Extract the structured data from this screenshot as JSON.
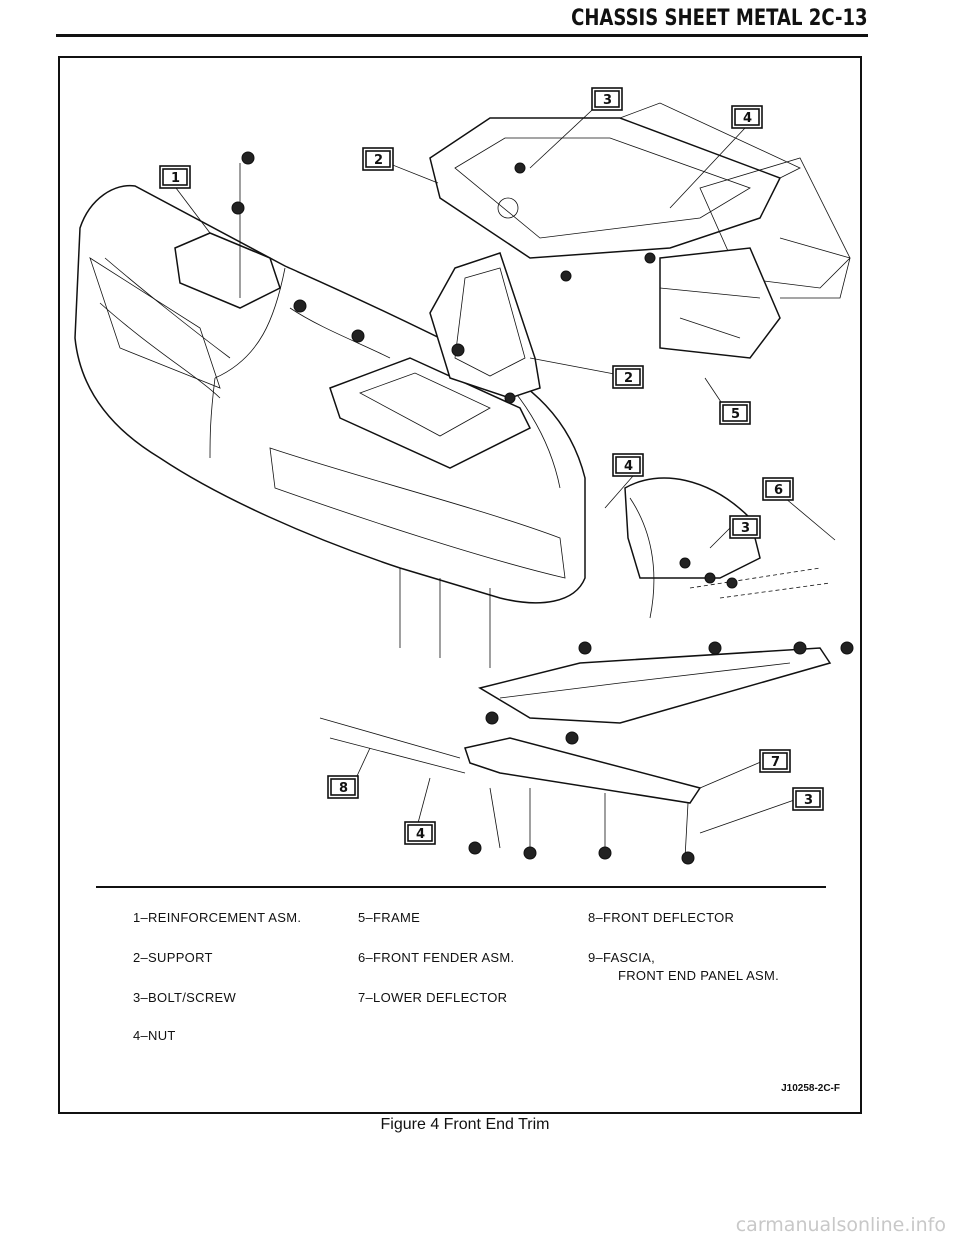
{
  "header": {
    "title": "CHASSIS SHEET METAL  2C-13"
  },
  "diagram": {
    "callouts": [
      "1",
      "2",
      "3",
      "4",
      "2",
      "5",
      "4",
      "6",
      "3",
      "7",
      "8",
      "4",
      "3"
    ]
  },
  "legend": {
    "items": [
      "1–REINFORCEMENT ASM.",
      "2–SUPPORT",
      "3–BOLT/SCREW",
      "4–NUT",
      "5–FRAME",
      "6–FRONT FENDER ASM.",
      "7–LOWER DEFLECTOR",
      "8–FRONT DEFLECTOR",
      "9–FASCIA,",
      "FRONT END PANEL ASM."
    ]
  },
  "figure_id": "J10258-2C-F",
  "caption": "Figure 4 Front End Trim",
  "watermark": "carmanualsonline.info"
}
